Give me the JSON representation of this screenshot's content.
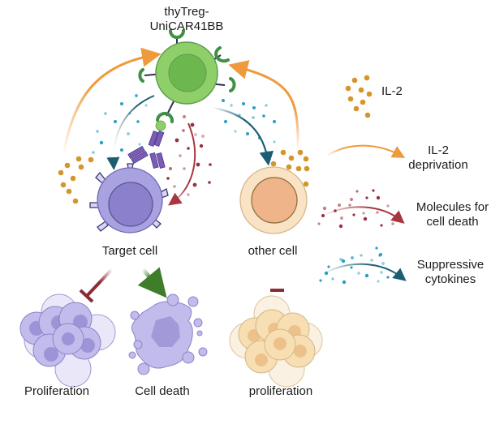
{
  "title": "thyTreg-UniCAR41BB mechanism",
  "cells": {
    "treg": {
      "label_line1": "thyTreg-",
      "label_line2": "UniCAR41BB",
      "color": "#8fcf6a",
      "nucleus_color": "#6cb84f"
    },
    "target": {
      "label": "Target cell",
      "color": "#a9a2e0",
      "nucleus_color": "#8a80cc"
    },
    "other": {
      "label": "other cell",
      "color": "#f9e3c4",
      "nucleus_color": "#f0b48a"
    }
  },
  "outcomes": {
    "target_proliferation": {
      "label": "Proliferation",
      "effect": "inhibited"
    },
    "target_death": {
      "label": "Cell death",
      "effect": "induced"
    },
    "other_proliferation": {
      "label": "proliferation",
      "effect": "inhibited"
    }
  },
  "legend": [
    {
      "key": "il2",
      "label": "IL-2",
      "color": "#d4962a"
    },
    {
      "key": "il2-deprivation",
      "label_line1": "IL-2",
      "label_line2": "deprivation",
      "color": "#ef9a3c"
    },
    {
      "key": "death-molecules",
      "label_line1": "Molecules for",
      "label_line2": "cell death",
      "color": "#9b2f3c"
    },
    {
      "key": "cytokines",
      "label_line1": "Suppressive",
      "label_line2": "cytokines",
      "color": "#1f6f86"
    }
  ],
  "colors": {
    "il2": "#d4962a",
    "orange_arrow": "#ef9a3c",
    "red_arrow": "#a8363f",
    "teal_arrow": "#1b5e73",
    "cytokine_dot": "#2a9fc5",
    "death_dot": "#9b2f3c",
    "inhibit": "#8c2b33",
    "activate": "#3e7d2a",
    "antibody": "#7a5bb6"
  }
}
